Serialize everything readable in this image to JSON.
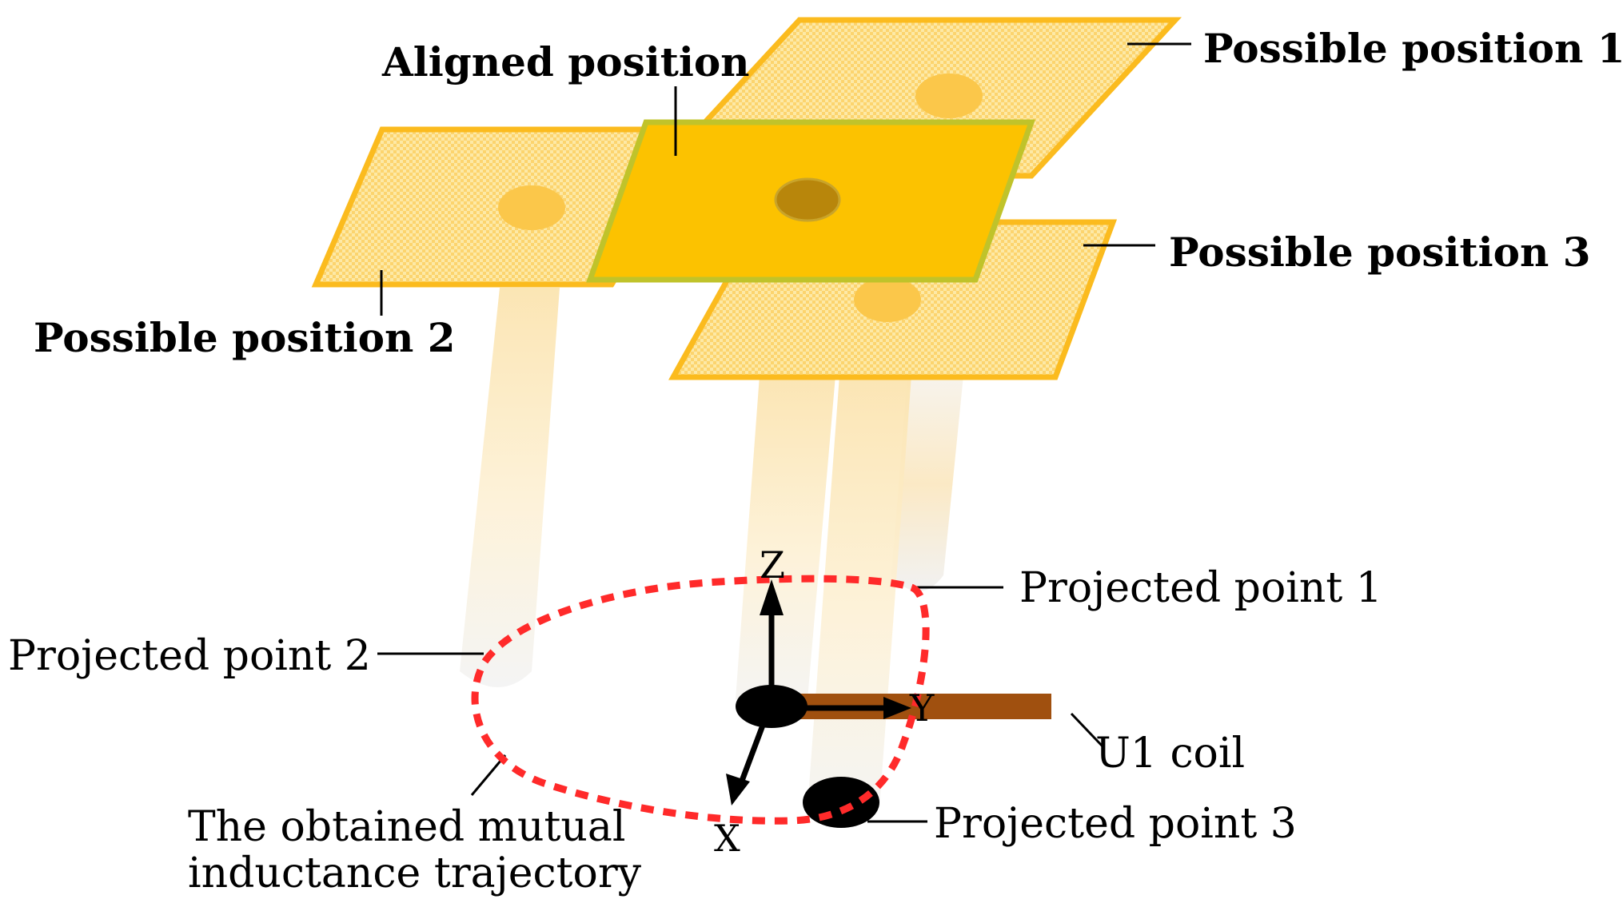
{
  "labels": {
    "aligned_position": "Aligned position",
    "possible_position_1": "Possible position 1",
    "possible_position_2": "Possible position 2",
    "possible_position_3": "Possible position 3",
    "projected_point_1": "Projected point 1",
    "projected_point_2": "Projected point 2",
    "projected_point_3": "Projected point 3",
    "u1_coil": "U1 coil",
    "trajectory_line1": "The obtained mutual",
    "trajectory_line2": "inductance trajectory",
    "axis_x": "X",
    "axis_y": "Y",
    "axis_z": "Z"
  },
  "colors": {
    "pad_fill": "#fdd77a",
    "pad_stroke": "#fbbb1e",
    "aligned_fill": "#fcc200",
    "aligned_stroke": "#c0c32a",
    "aligned_center": "#b8860b",
    "pad_center": "#fbc74a",
    "trajectory": "#ff2a2a",
    "coil": "#a0500f",
    "beam": "#fbe7c0",
    "shadow": "#ececec"
  }
}
